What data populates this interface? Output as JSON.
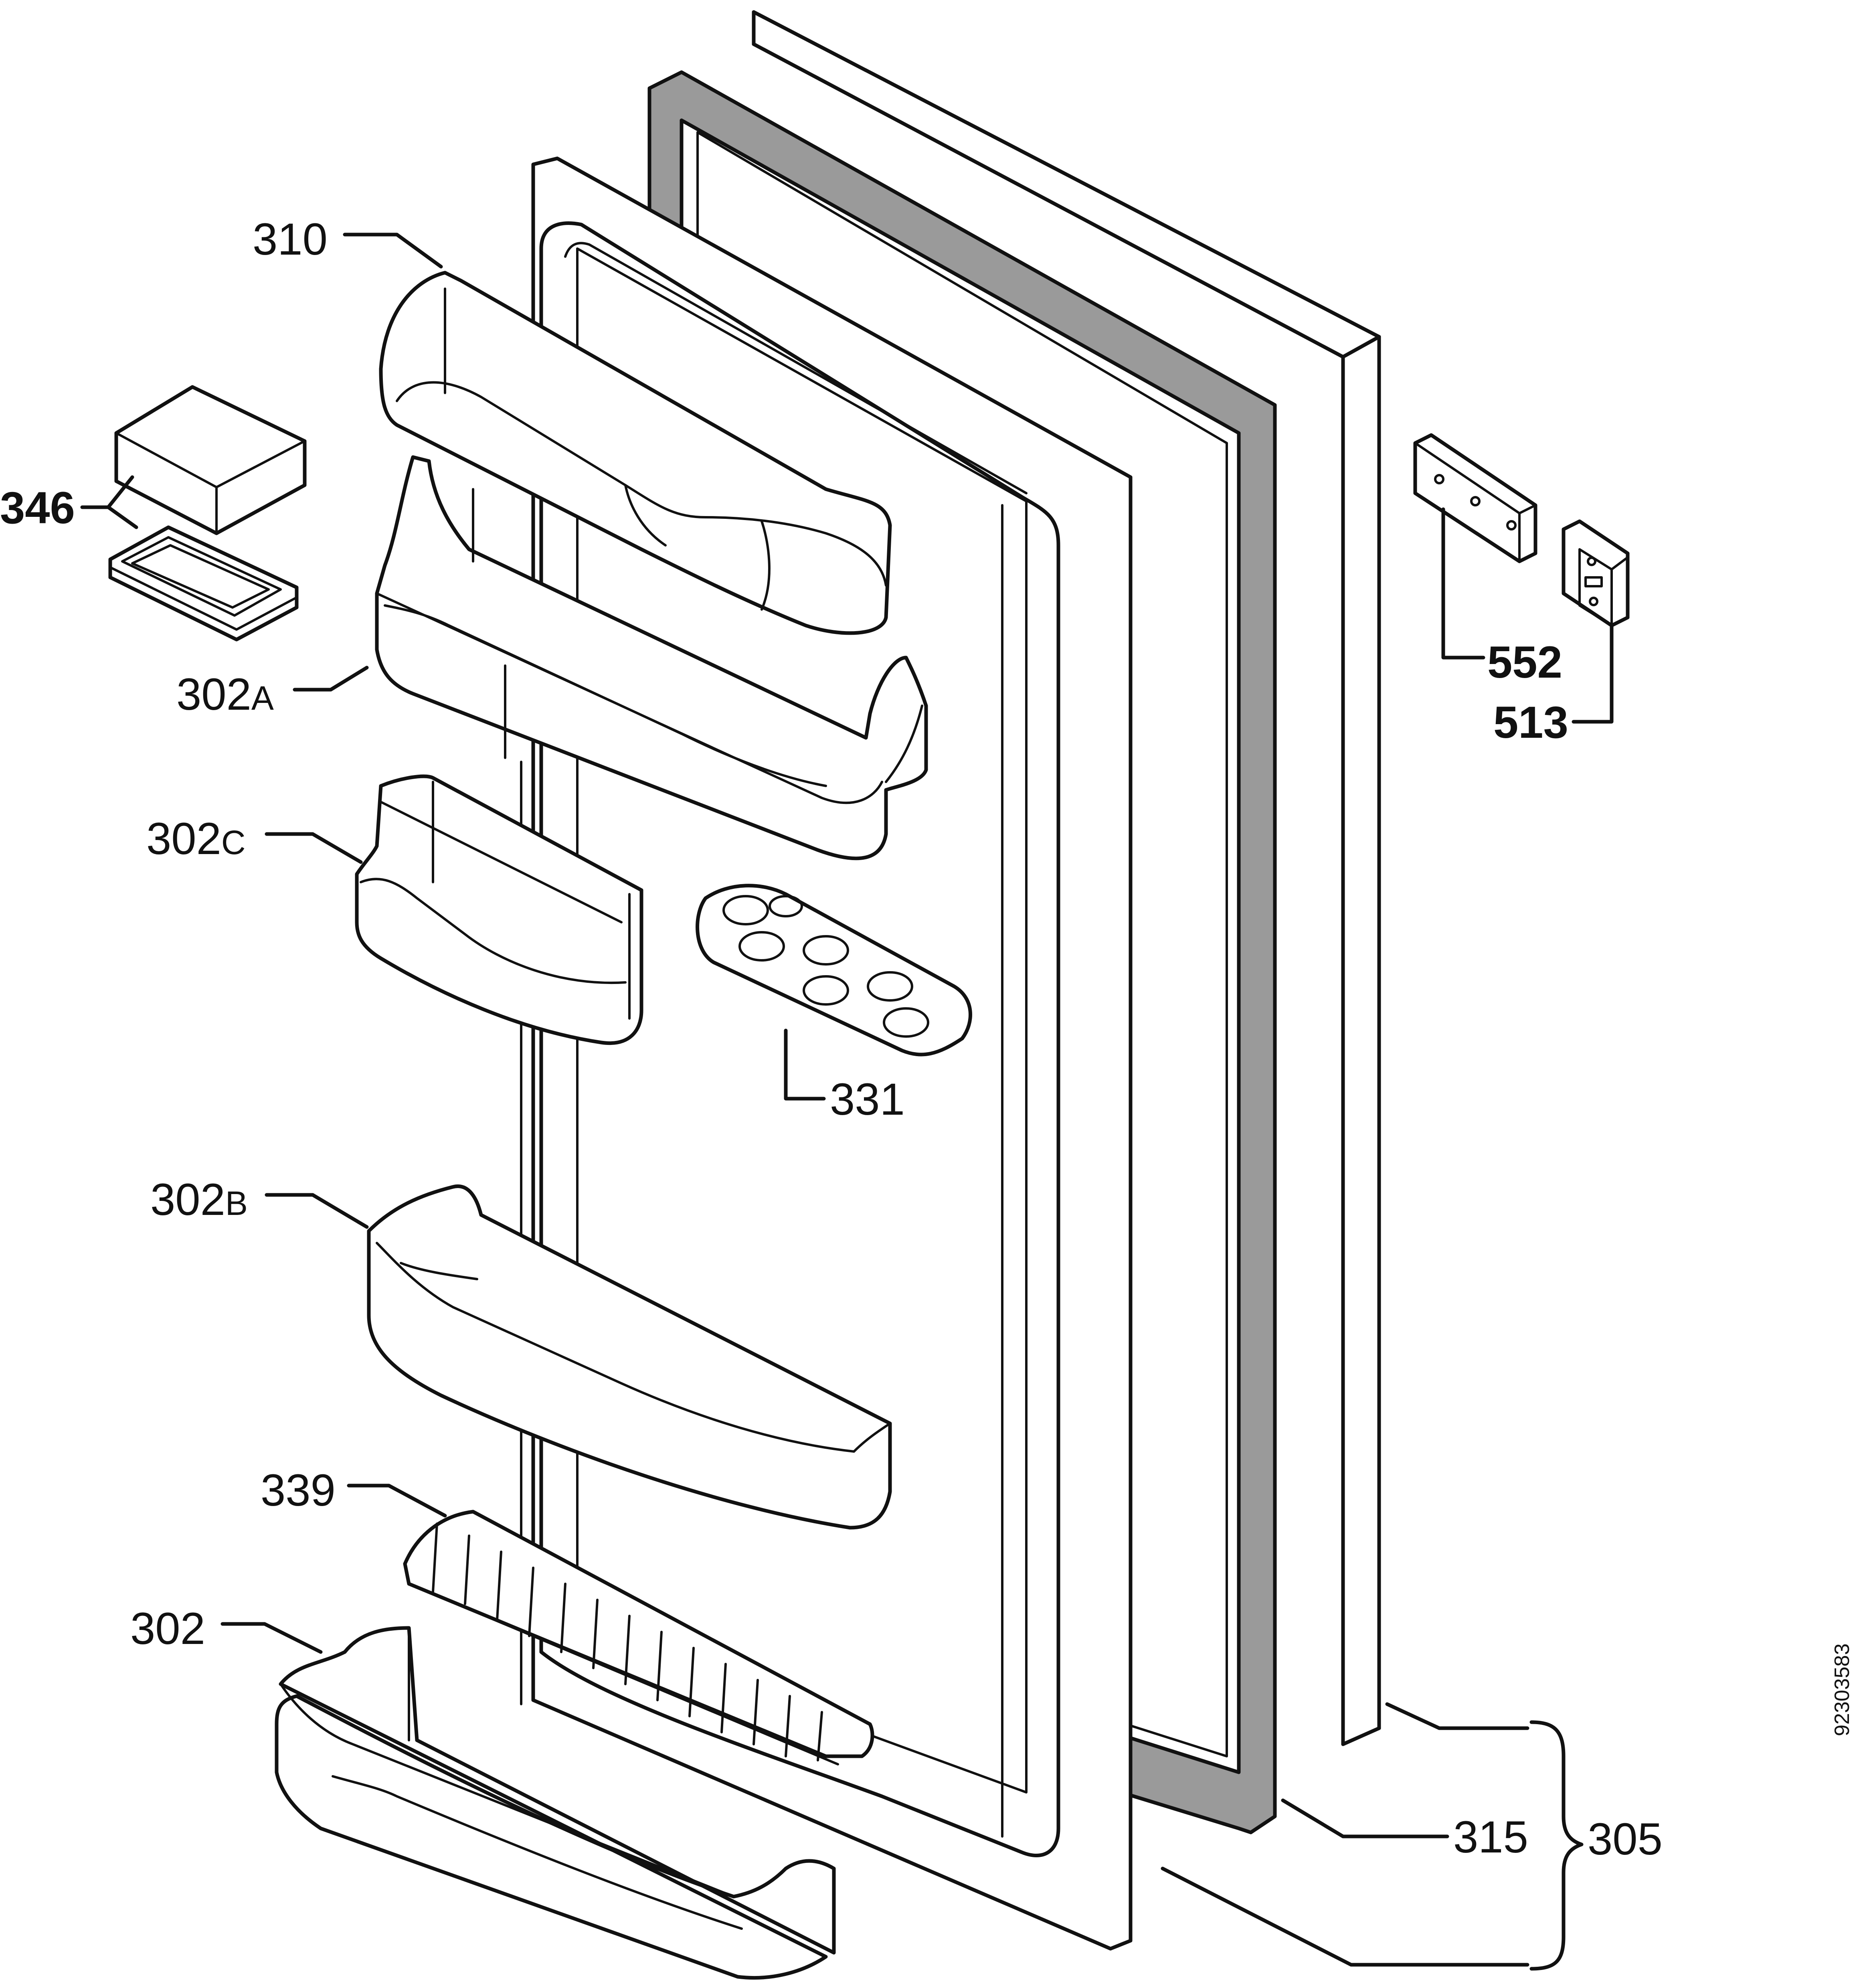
{
  "diagram": {
    "document_number": "92303583",
    "callouts": [
      {
        "id": "310",
        "label": "310"
      },
      {
        "id": "346",
        "label": "346"
      },
      {
        "id": "302A",
        "label": "302",
        "suffix": "A"
      },
      {
        "id": "302C",
        "label": "302",
        "suffix": "C"
      },
      {
        "id": "331",
        "label": "331"
      },
      {
        "id": "302B",
        "label": "302",
        "suffix": "B"
      },
      {
        "id": "339",
        "label": "339"
      },
      {
        "id": "302",
        "label": "302"
      },
      {
        "id": "552",
        "label": "552"
      },
      {
        "id": "513",
        "label": "513"
      },
      {
        "id": "315",
        "label": "315"
      },
      {
        "id": "305",
        "label": "305"
      }
    ],
    "colors": {
      "line": "#111111",
      "gasket": "#9a9a9a",
      "background": "#ffffff"
    }
  }
}
